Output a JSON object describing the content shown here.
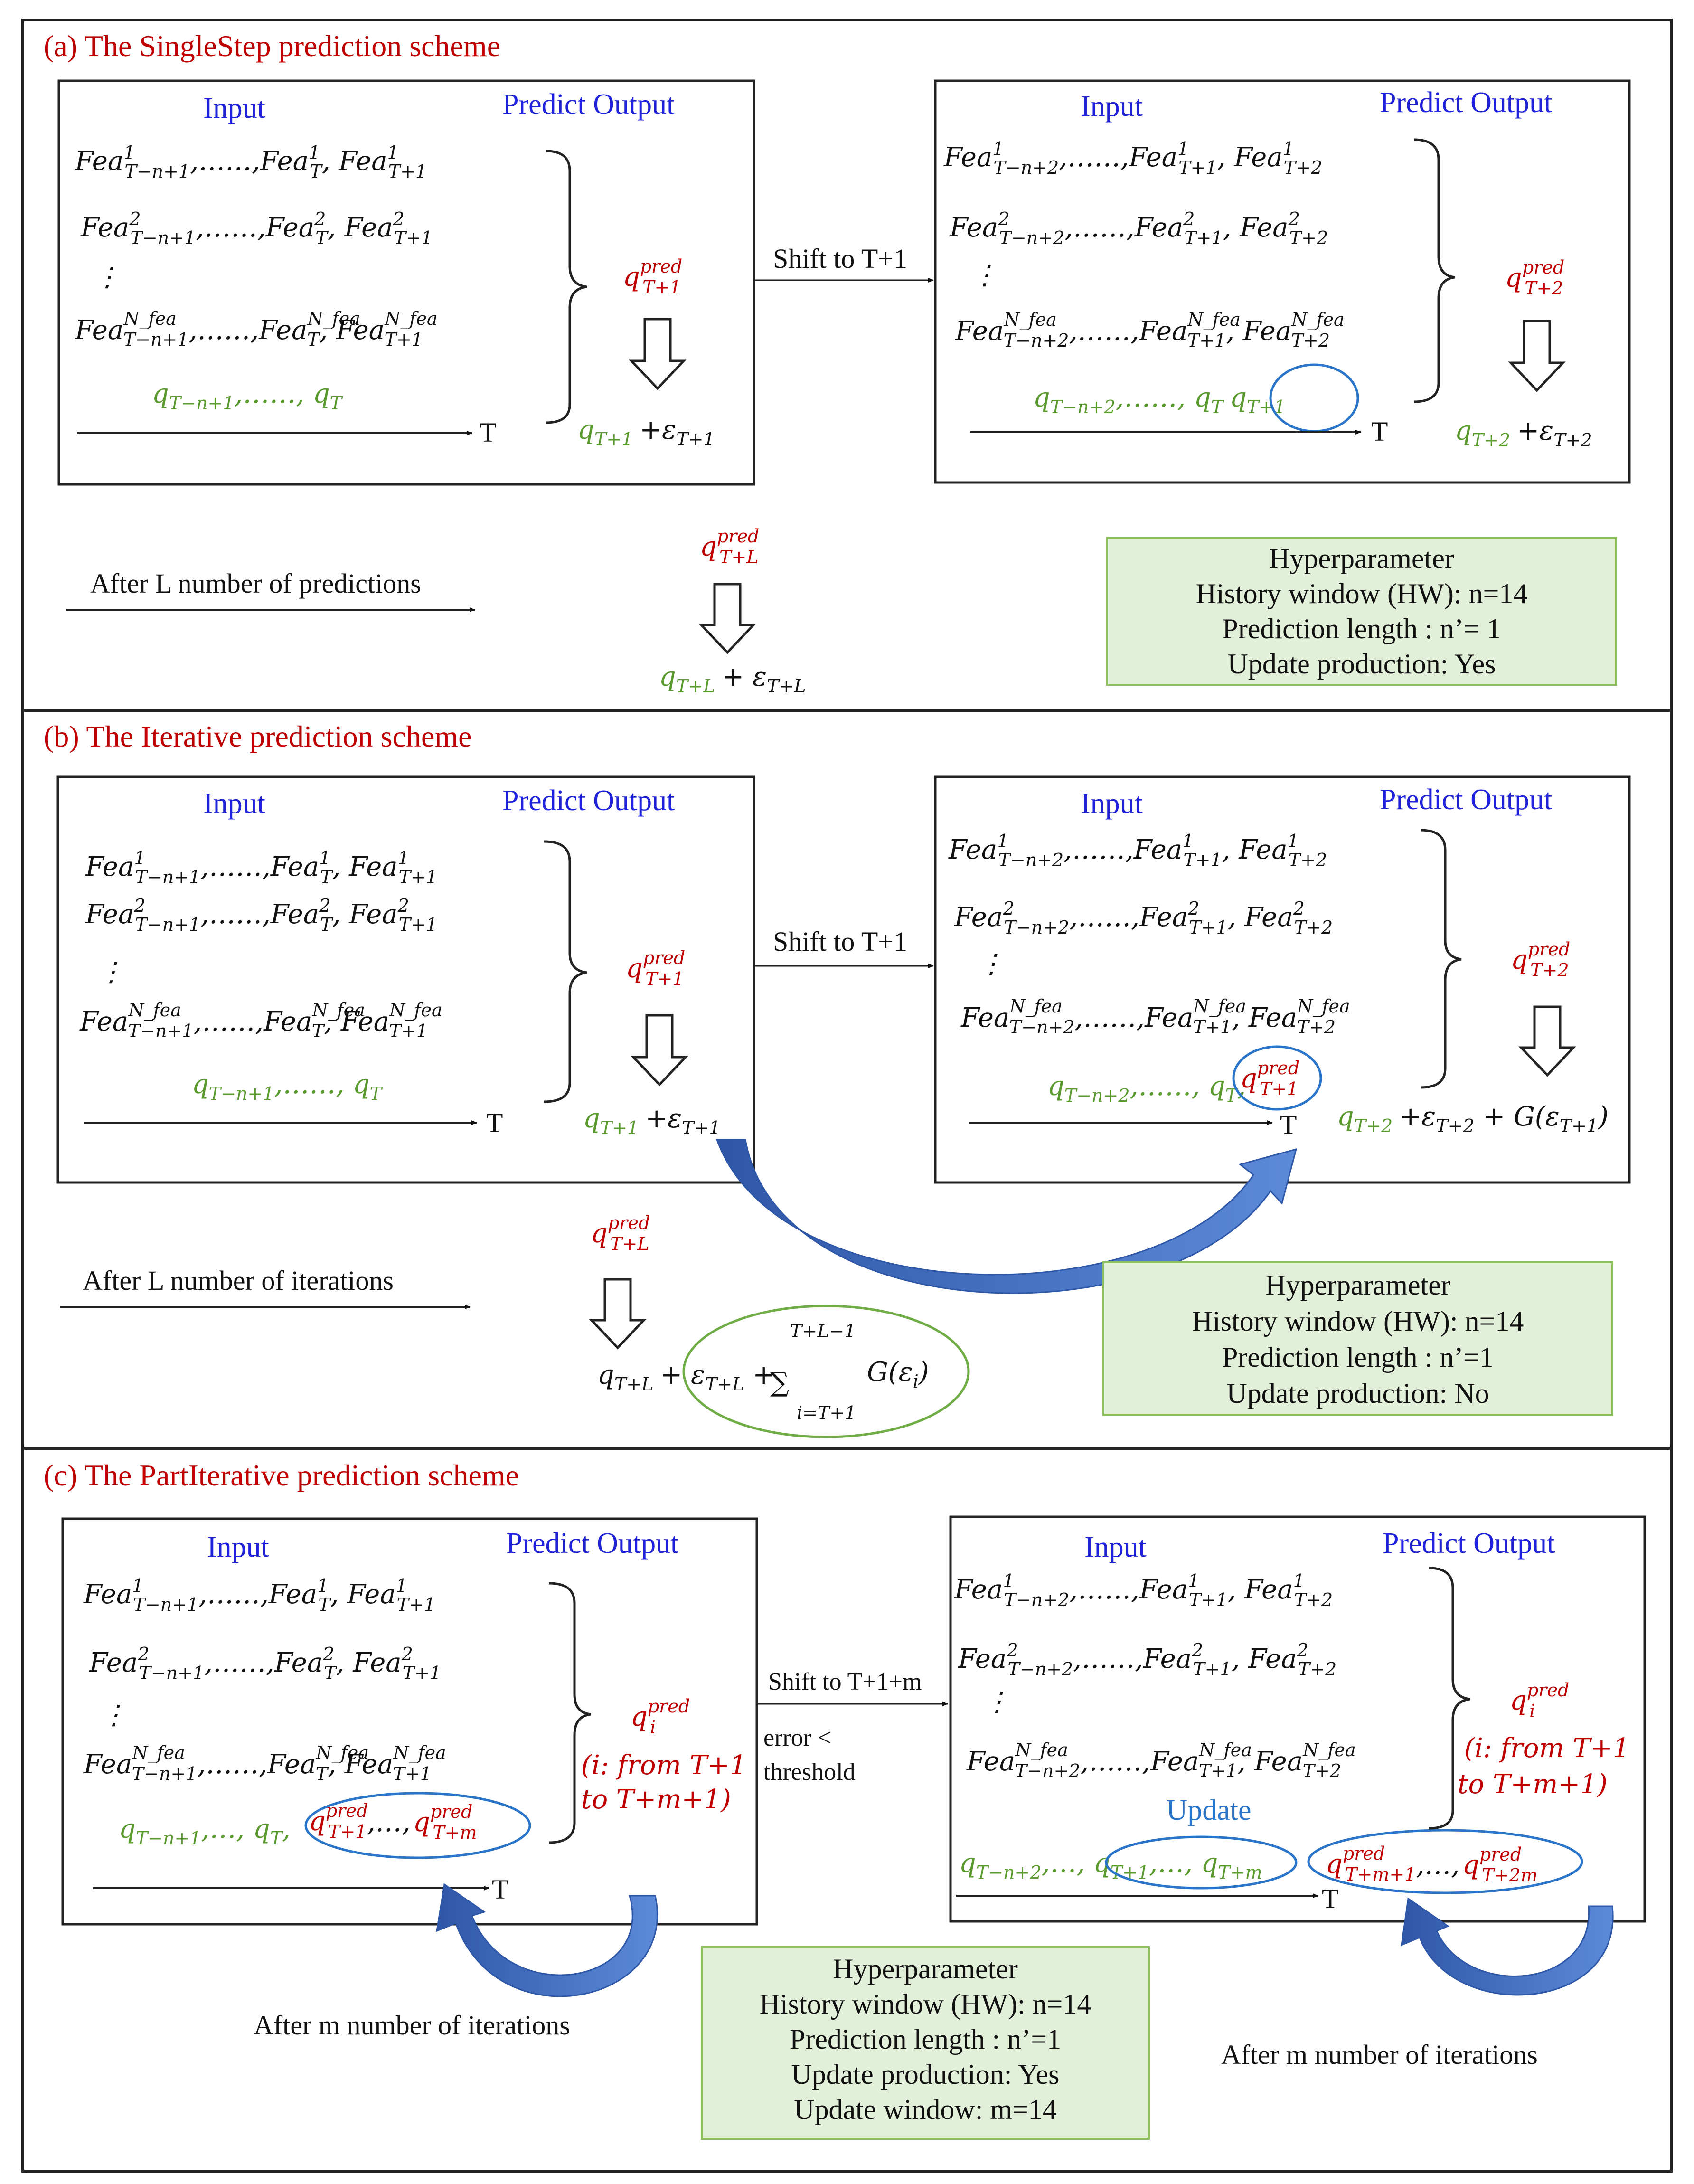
{
  "a": {
    "title": "(a) The SingleStep prediction scheme",
    "input_label": "Input",
    "predict_output_label": "Predict Output",
    "shift_label": "Shift to T+1",
    "time_label": "T",
    "after_label": "After L number of predictions",
    "hyper": [
      "Hyperparameter",
      "History window (HW): n=14",
      "Prediction length : n’= 1",
      "Update production: Yes"
    ]
  },
  "b": {
    "title": "(b) The Iterative prediction scheme",
    "input_label": "Input",
    "predict_output_label": "Predict Output",
    "shift_label": "Shift to T+1",
    "time_label": "T",
    "after_label": "After L number of iterations",
    "hyper": [
      "Hyperparameter",
      "History window (HW): n=14",
      "Prediction length : n’=1",
      "Update production: No"
    ]
  },
  "c": {
    "title": "(c) The PartIterative prediction scheme",
    "input_label": "Input",
    "predict_output_label": "Predict Output",
    "shift_label": "Shift to T+1+m",
    "error_label": "error <",
    "threshold_label": "threshold",
    "range_line1": "(i:  from  T+1",
    "range_line2": "to T+m+1)",
    "update_label": "Update",
    "time_label": "T",
    "after_left": "After m number of iterations",
    "after_right": "After m number of iterations",
    "hyper": [
      "Hyperparameter",
      "History window (HW): n=14",
      "Prediction length : n’=1",
      "Update production: Yes",
      "Update window: m=14"
    ]
  },
  "colors": {
    "title": "#c00000",
    "header": "#1f22d8",
    "green": "#5a9a2e",
    "blue": "#2a75c9",
    "hyper_fill": "#e2efd9",
    "hyper_border": "#8dbf5e",
    "arrow_blue": "#3e6cc0"
  }
}
